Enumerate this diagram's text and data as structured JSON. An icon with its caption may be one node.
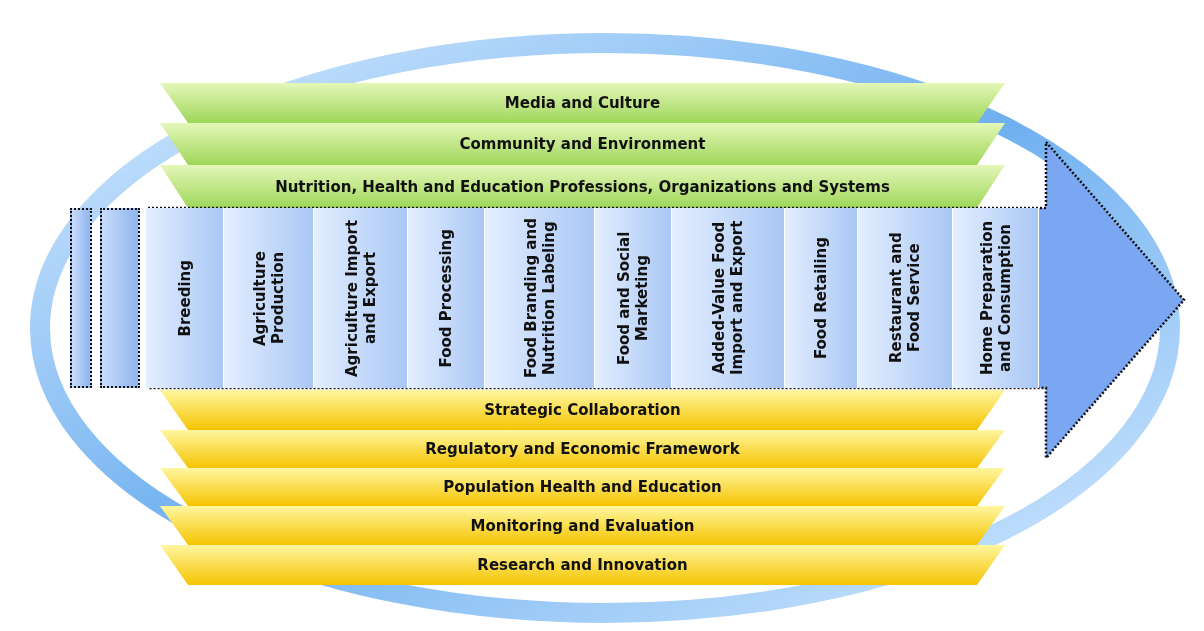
{
  "diagram": {
    "nodes": [
      {
        "text": [
          "Media and Culture"
        ]
      },
      {
        "text": [
          "Community and Environment"
        ]
      },
      {
        "text": [
          "Nutrition, Health and Education Professions, Organizations and Systems"
        ]
      },
      {
        "text": [],
        "shape": "bar"
      },
      {
        "text": [],
        "shape": "bar"
      },
      {
        "text": [],
        "shape": "arrow"
      },
      {
        "text": [
          "Breeding"
        ],
        "in": 5
      },
      {
        "text": [
          "Agriculture Production"
        ],
        "in": 5
      },
      {
        "text": [
          "Agriculture Import and Export"
        ],
        "in": 5
      },
      {
        "text": [
          "Food Processing"
        ],
        "in": 5
      },
      {
        "text": [
          "Food Branding and Nutrition Labeling"
        ],
        "in": 5
      },
      {
        "text": [
          "Food and Social Marketing"
        ],
        "in": 5
      },
      {
        "text": [
          "Added-Value Food Import and Export"
        ],
        "in": 5
      },
      {
        "text": [
          "Food Retailing"
        ],
        "in": 5
      },
      {
        "text": [
          "Restaurant and Food Service"
        ],
        "in": 5
      },
      {
        "text": [
          "Home Preparation and Consumption"
        ],
        "in": 5
      },
      {
        "text": [
          "Strategic Collaboration"
        ]
      },
      {
        "text": [
          "Regulatory and Economic Framework"
        ]
      },
      {
        "text": [
          "Population Health and Education"
        ]
      },
      {
        "text": [
          "Monitoring and Evaluation"
        ]
      },
      {
        "text": [
          "Research and Innovation"
        ]
      }
    ]
  }
}
